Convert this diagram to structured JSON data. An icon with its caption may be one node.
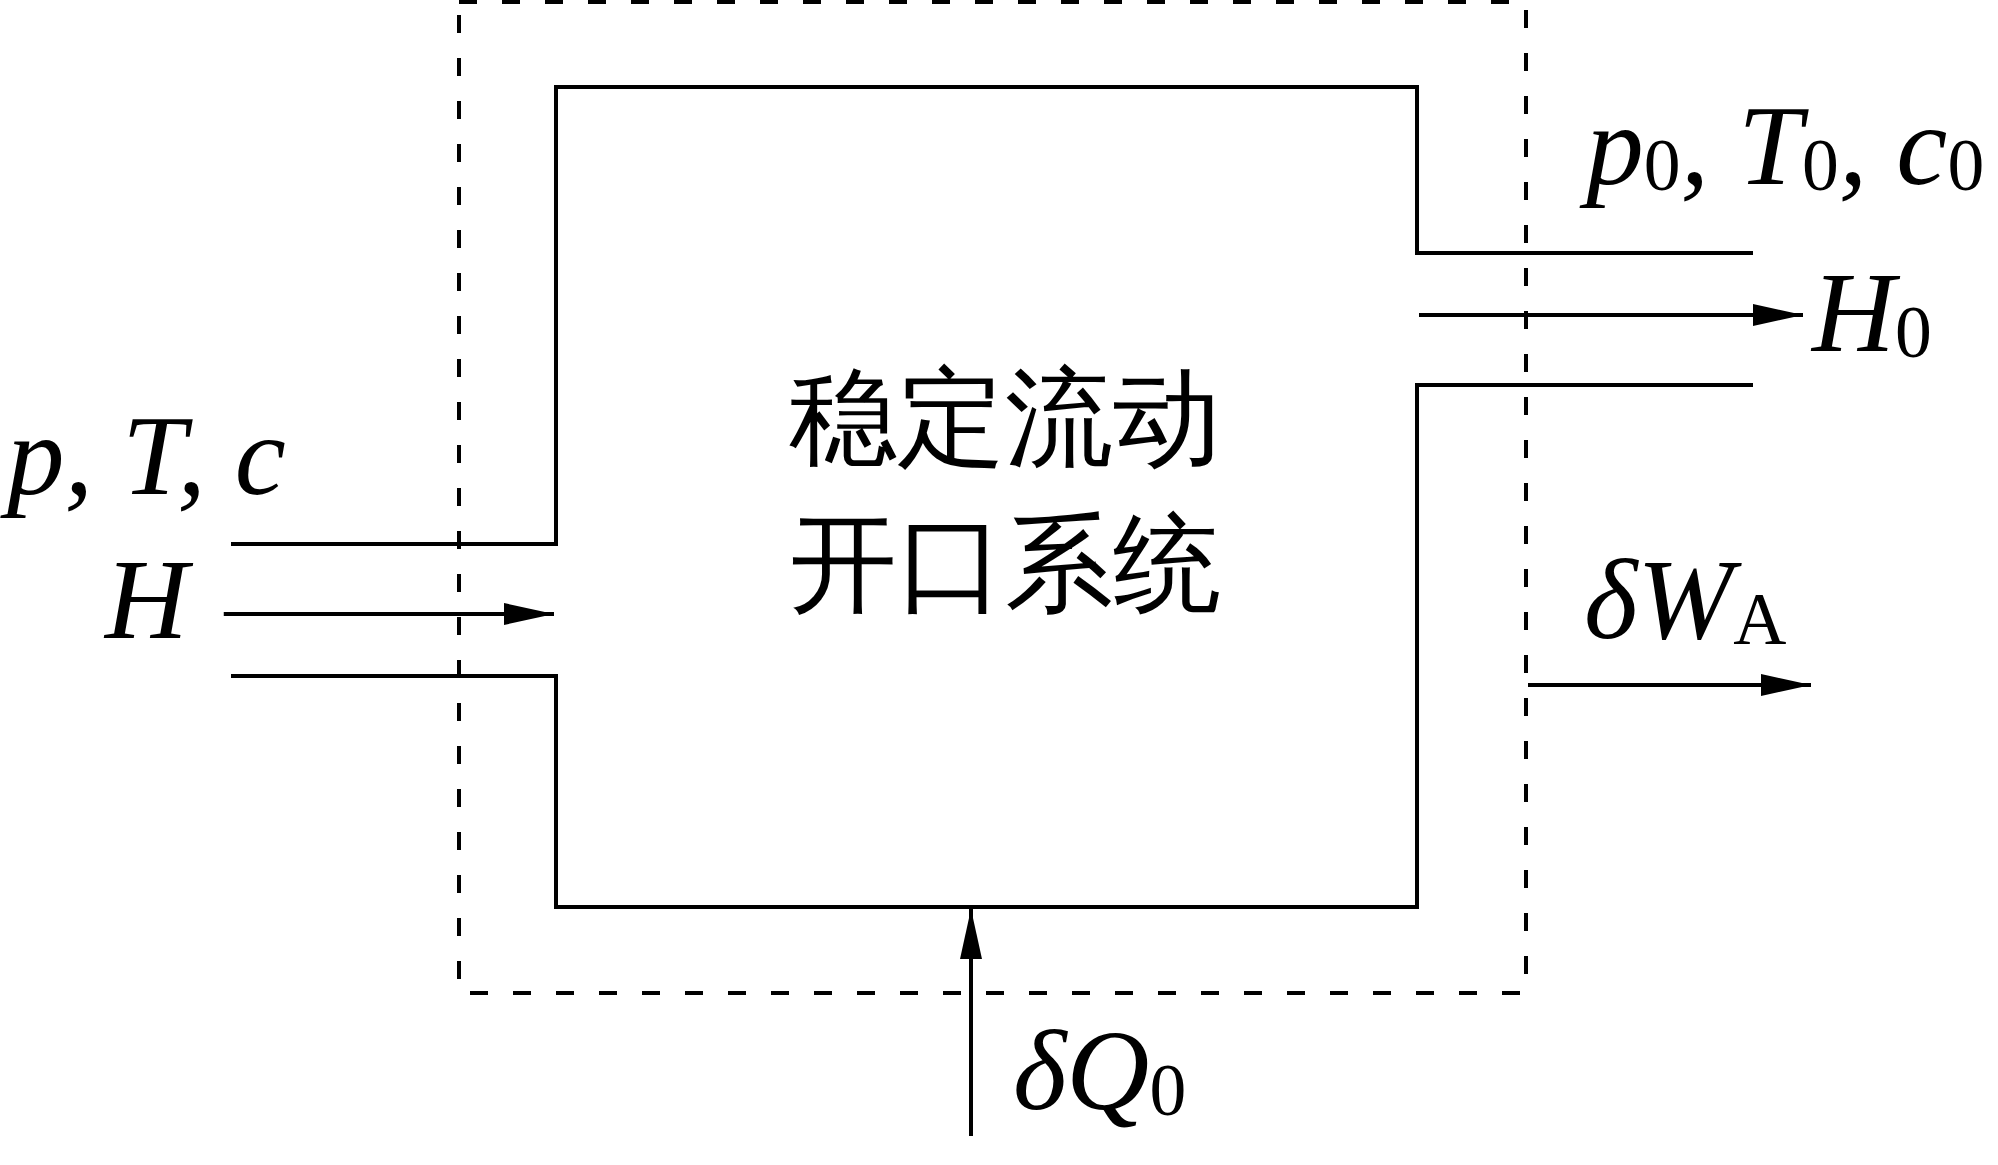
{
  "diagram": {
    "nodes": [
      {
        "text": [],
        "shape": "box"
      },
      {
        "text": [
          "稳定流动开口系统"
        ],
        "in": 0
      },
      {
        "text": [
          "H"
        ]
      },
      {
        "text": [
          "H$_{0}$"
        ]
      }
    ],
    "edges": [
      {
        "from": 2,
        "to": 1,
        "arrow": "to"
      },
      {
        "from": 1,
        "to": 3,
        "arrow": "to"
      },
      {
        "from": 0,
        "to": null,
        "arrow": "to",
        "label": "δW$_{A}$"
      },
      {
        "from": null,
        "to": 1,
        "arrow": "to",
        "label": "δQ$_{0}$"
      }
    ],
    "labels": [
      "p$_{0}$, T$_{0}$, c$_{0}$",
      "p, T, c"
    ]
  }
}
